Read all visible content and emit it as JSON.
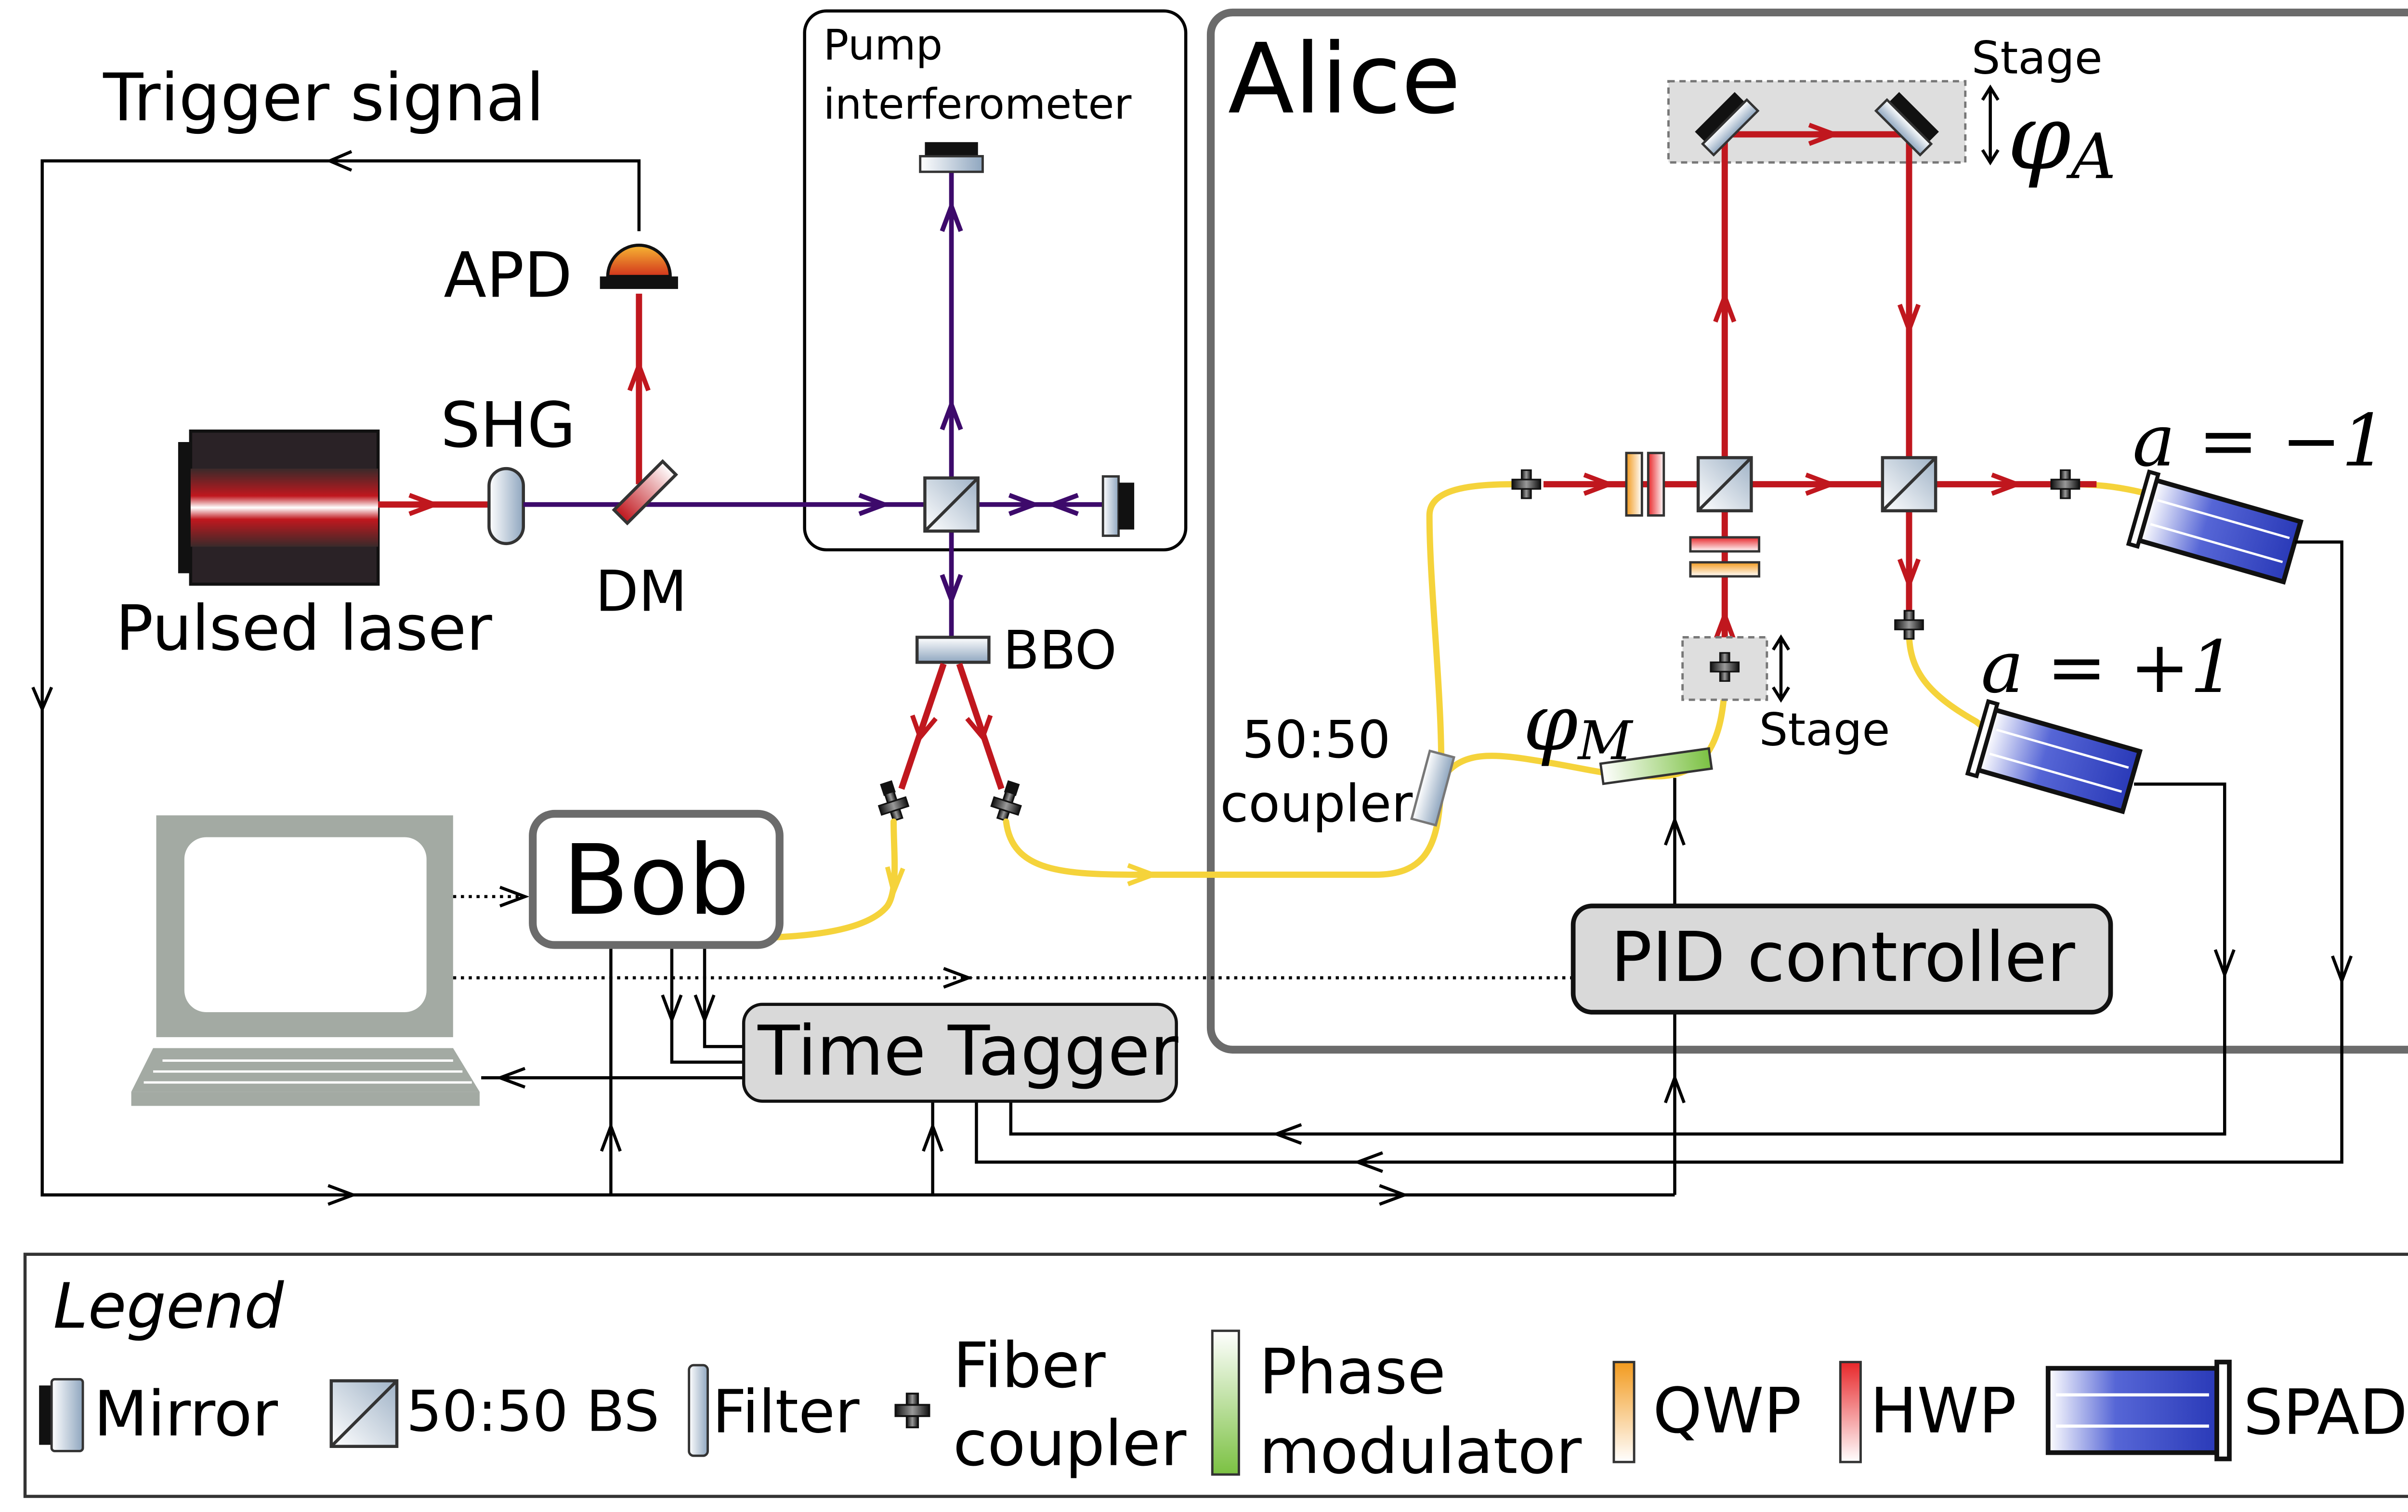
{
  "labels": {
    "trigger_signal": "Trigger signal",
    "apd": "APD",
    "shg": "SHG",
    "dm": "DM",
    "pulsed_laser": "Pulsed laser",
    "pump_interferometer_line1": "Pump",
    "pump_interferometer_line2": "interferometer",
    "bbo": "BBO",
    "alice": "Alice",
    "stage_top": "Stage",
    "phi_a": "φ",
    "phi_a_sub": "A",
    "a_minus": "a = −1",
    "a_plus": "a = +1",
    "stage_bottom": "Stage",
    "phi_m": "φ",
    "phi_m_sub": "M",
    "coupler_line1": "50:50",
    "coupler_line2": "coupler",
    "bob": "Bob",
    "pid_controller": "PID controller",
    "time_tagger": "Time Tagger"
  },
  "legend": {
    "title": "Legend",
    "mirror": "Mirror",
    "bs": "50:50 BS",
    "filter": "Filter",
    "fiber_coupler_line1": "Fiber",
    "fiber_coupler_line2": "coupler",
    "phase_modulator_line1": "Phase",
    "phase_modulator_line2": "modulator",
    "qwp": "QWP",
    "hwp": "HWP",
    "spad": "SPAD"
  },
  "colors": {
    "red_beam": "#c0171e",
    "purple_beam": "#3d0a6b",
    "fiber": "#f5d33b",
    "signal": "#000000",
    "alice_box": "#6b6b6b",
    "box_fill": "#d9d9d9",
    "spad_blue": "#3b4ccf",
    "phase_mod_green": "#7bc142",
    "qwp_orange": "#f29a1e",
    "hwp_red": "#e8272a",
    "computer_gray": "#a3aaa3"
  }
}
